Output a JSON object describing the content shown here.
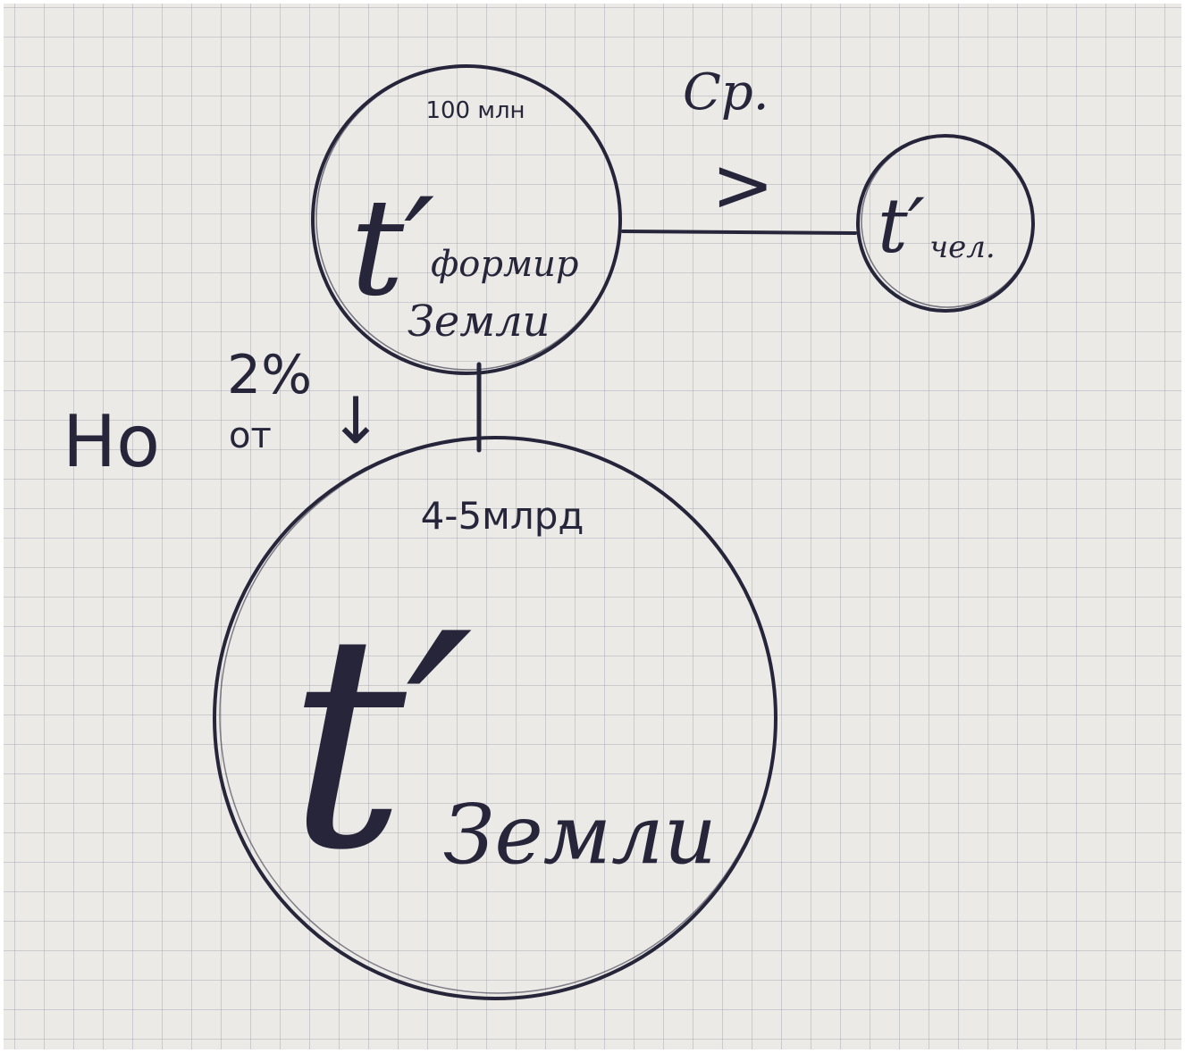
{
  "diagram": {
    "top_circle": {
      "caption": "100 млн",
      "symbol": "t′",
      "subscript_line1": "формир",
      "subscript_line2": "Земли"
    },
    "right_circle": {
      "symbol": "t′",
      "subscript": "чел."
    },
    "bottom_circle": {
      "caption": "4-5млрд",
      "symbol": "t′",
      "subscript": "Земли"
    },
    "comparison": {
      "label": "Ср.",
      "sign": ">"
    },
    "side_note": {
      "word": "Но",
      "percent": "2%",
      "of": "от",
      "arrow": "↓"
    }
  },
  "colors": {
    "ink": "#26253a",
    "paper": "#eceae6",
    "grid": "#9696a0"
  }
}
